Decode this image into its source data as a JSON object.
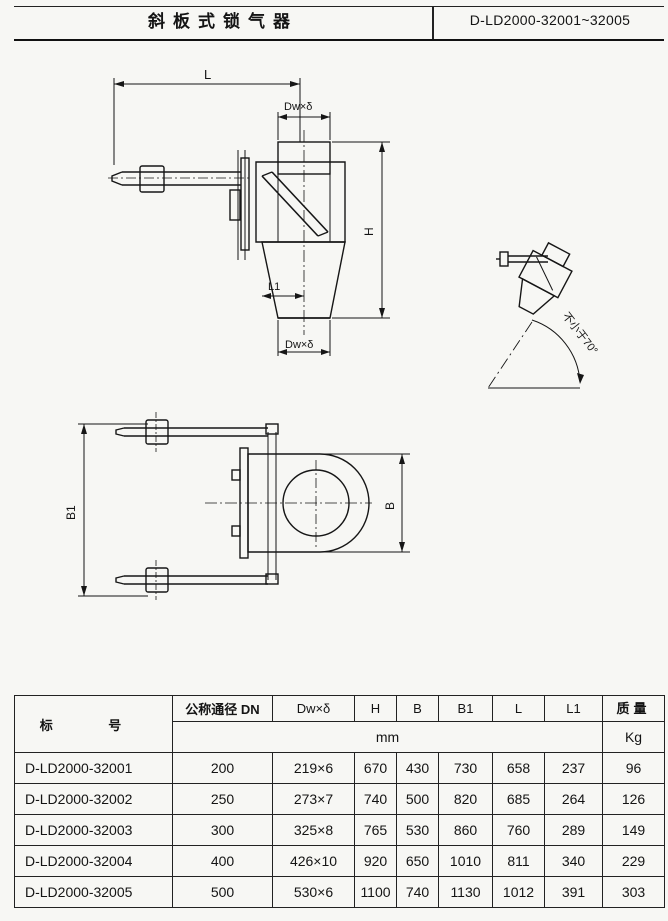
{
  "header": {
    "title": "斜板式锁气器",
    "code": "D-LD2000-32001~32005"
  },
  "drawing": {
    "label_L": "L",
    "label_dw_top": "Dw×δ",
    "label_H": "H",
    "label_L1": "L1",
    "label_dw_bottom": "Dw×δ",
    "label_angle": "不小于70°",
    "label_B1": "B1",
    "label_B": "B"
  },
  "table": {
    "head_biaohao": "标 号",
    "head_dn": "公称通径 DN",
    "head_dw": "Dw×δ",
    "head_h": "H",
    "head_b": "B",
    "head_b1": "B1",
    "head_l": "L",
    "head_l1": "L1",
    "head_mass": "质量",
    "unit_mm": "mm",
    "unit_kg": "Kg",
    "rows": [
      {
        "model": "D-LD2000-32001",
        "dn": "200",
        "dw": "219×6",
        "h": "670",
        "b": "430",
        "b1": "730",
        "l": "658",
        "l1": "237",
        "kg": "96"
      },
      {
        "model": "D-LD2000-32002",
        "dn": "250",
        "dw": "273×7",
        "h": "740",
        "b": "500",
        "b1": "820",
        "l": "685",
        "l1": "264",
        "kg": "126"
      },
      {
        "model": "D-LD2000-32003",
        "dn": "300",
        "dw": "325×8",
        "h": "765",
        "b": "530",
        "b1": "860",
        "l": "760",
        "l1": "289",
        "kg": "149"
      },
      {
        "model": "D-LD2000-32004",
        "dn": "400",
        "dw": "426×10",
        "h": "920",
        "b": "650",
        "b1": "1010",
        "l": "811",
        "l1": "340",
        "kg": "229"
      },
      {
        "model": "D-LD2000-32005",
        "dn": "500",
        "dw": "530×6",
        "h": "1100",
        "b": "740",
        "b1": "1130",
        "l": "1012",
        "l1": "391",
        "kg": "303"
      }
    ]
  }
}
